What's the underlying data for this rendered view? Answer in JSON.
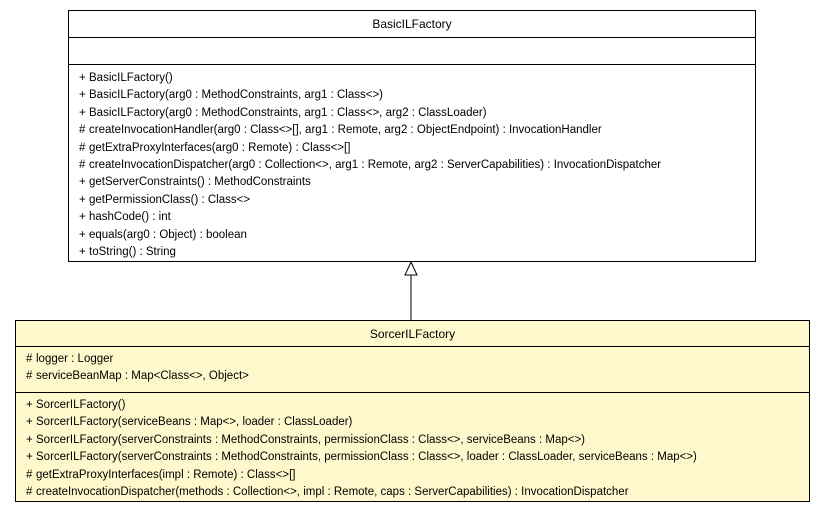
{
  "classes": {
    "basic": {
      "name": "BasicILFactory",
      "attributes": [],
      "operations": [
        {
          "vis": "+",
          "sig": "BasicILFactory()"
        },
        {
          "vis": "+",
          "sig": "BasicILFactory(arg0 : MethodConstraints, arg1 : Class<>)"
        },
        {
          "vis": "+",
          "sig": "BasicILFactory(arg0 : MethodConstraints, arg1 : Class<>, arg2 : ClassLoader)"
        },
        {
          "vis": "#",
          "sig": "createInvocationHandler(arg0 : Class<>[], arg1 : Remote, arg2 : ObjectEndpoint) : InvocationHandler"
        },
        {
          "vis": "#",
          "sig": "getExtraProxyInterfaces(arg0 : Remote) : Class<>[]"
        },
        {
          "vis": "#",
          "sig": "createInvocationDispatcher(arg0 : Collection<>, arg1 : Remote, arg2 : ServerCapabilities) : InvocationDispatcher"
        },
        {
          "vis": "+",
          "sig": "getServerConstraints() : MethodConstraints"
        },
        {
          "vis": "+",
          "sig": "getPermissionClass() : Class<>"
        },
        {
          "vis": "+",
          "sig": "hashCode() : int"
        },
        {
          "vis": "+",
          "sig": "equals(arg0 : Object) : boolean"
        },
        {
          "vis": "+",
          "sig": "toString() : String"
        }
      ]
    },
    "sorcer": {
      "name": "SorcerILFactory",
      "attributes": [
        {
          "vis": "#",
          "sig": "logger : Logger"
        },
        {
          "vis": "#",
          "sig": "serviceBeanMap : Map<Class<>, Object>"
        }
      ],
      "operations": [
        {
          "vis": "+",
          "sig": "SorcerILFactory()"
        },
        {
          "vis": "+",
          "sig": "SorcerILFactory(serviceBeans : Map<>, loader : ClassLoader)"
        },
        {
          "vis": "+",
          "sig": "SorcerILFactory(serverConstraints : MethodConstraints, permissionClass : Class<>, serviceBeans : Map<>)"
        },
        {
          "vis": "+",
          "sig": "SorcerILFactory(serverConstraints : MethodConstraints, permissionClass : Class<>, loader : ClassLoader, serviceBeans : Map<>)"
        },
        {
          "vis": "#",
          "sig": "getExtraProxyInterfaces(impl : Remote) : Class<>[]"
        },
        {
          "vis": "#",
          "sig": "createInvocationDispatcher(methods : Collection<>, impl : Remote, caps : ServerCapabilities) : InvocationDispatcher"
        }
      ]
    }
  },
  "relationship": {
    "type": "generalization",
    "from": "SorcerILFactory",
    "to": "BasicILFactory"
  },
  "colors": {
    "parent_fill": "#ffffff",
    "child_fill": "#fff8cc",
    "line": "#000000"
  }
}
